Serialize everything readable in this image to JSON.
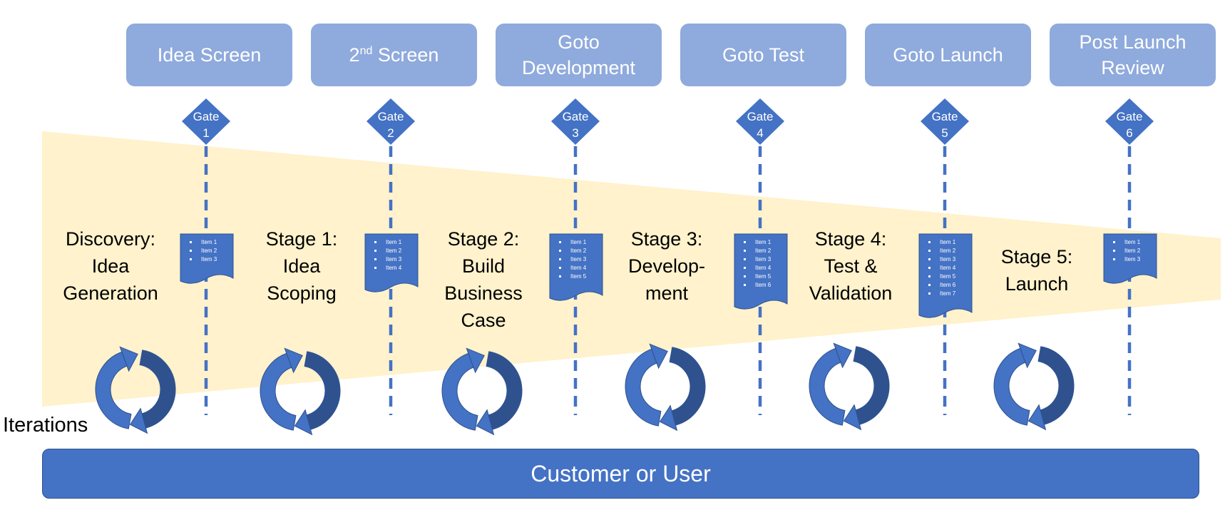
{
  "gates": [
    {
      "box_lines": [
        "Idea Screen"
      ],
      "label": "Gate",
      "number": "1",
      "doc_items": [
        "Item 1",
        "Item 2",
        "Item 3"
      ]
    },
    {
      "box_lines": [
        "2nd Screen"
      ],
      "label": "Gate",
      "number": "2",
      "doc_items": [
        "Item 1",
        "Item 2",
        "Item 3",
        "Item 4"
      ]
    },
    {
      "box_lines": [
        "Goto",
        "Development"
      ],
      "label": "Gate",
      "number": "3",
      "doc_items": [
        "Item 1",
        "Item 2",
        "Item 3",
        "Item 4",
        "Item 5"
      ]
    },
    {
      "box_lines": [
        "Goto Test"
      ],
      "label": "Gate",
      "number": "4",
      "doc_items": [
        "Item 1",
        "Item 2",
        "Item 3",
        "Item 4",
        "Item 5",
        "Item 6"
      ]
    },
    {
      "box_lines": [
        "Goto Launch"
      ],
      "label": "Gate",
      "number": "5",
      "doc_items": [
        "Item 1",
        "Item 2",
        "Item 3",
        "Item 4",
        "Item 5",
        "Item 6",
        "Item 7"
      ]
    },
    {
      "box_lines": [
        "Post Launch",
        "Review"
      ],
      "label": "Gate",
      "number": "6",
      "doc_items": [
        "Item 1",
        "Item 2",
        "Item 3"
      ]
    }
  ],
  "second_screen": {
    "prefix": "2",
    "sup": "nd",
    "rest": " Screen"
  },
  "stages": [
    {
      "lines": [
        "Discovery:",
        "Idea",
        "Generation"
      ]
    },
    {
      "lines": [
        "Stage 1:",
        "Idea",
        "Scoping"
      ]
    },
    {
      "lines": [
        "Stage 2:",
        "Build",
        "Business",
        "Case"
      ]
    },
    {
      "lines": [
        "Stage 3:",
        "Develop-",
        "ment"
      ]
    },
    {
      "lines": [
        "Stage 4:",
        "Test &",
        "Validation"
      ]
    },
    {
      "lines": [
        "Stage 5:",
        "Launch"
      ]
    }
  ],
  "iterations_label": "Iterations",
  "customer_label": "Customer or User",
  "colors": {
    "funnel": "#fff2cc",
    "gate_box": "#8faadc",
    "diamond": "#4472c4",
    "dash_line": "#4472c4",
    "document": "#4472c4",
    "arrow_light": "#4472c4",
    "arrow_dark": "#2f528f",
    "customer_bar": "#4472c4"
  },
  "icons": {
    "cycle": "cycle-arrows-icon",
    "document": "document-icon",
    "gate": "diamond-gate-icon"
  }
}
